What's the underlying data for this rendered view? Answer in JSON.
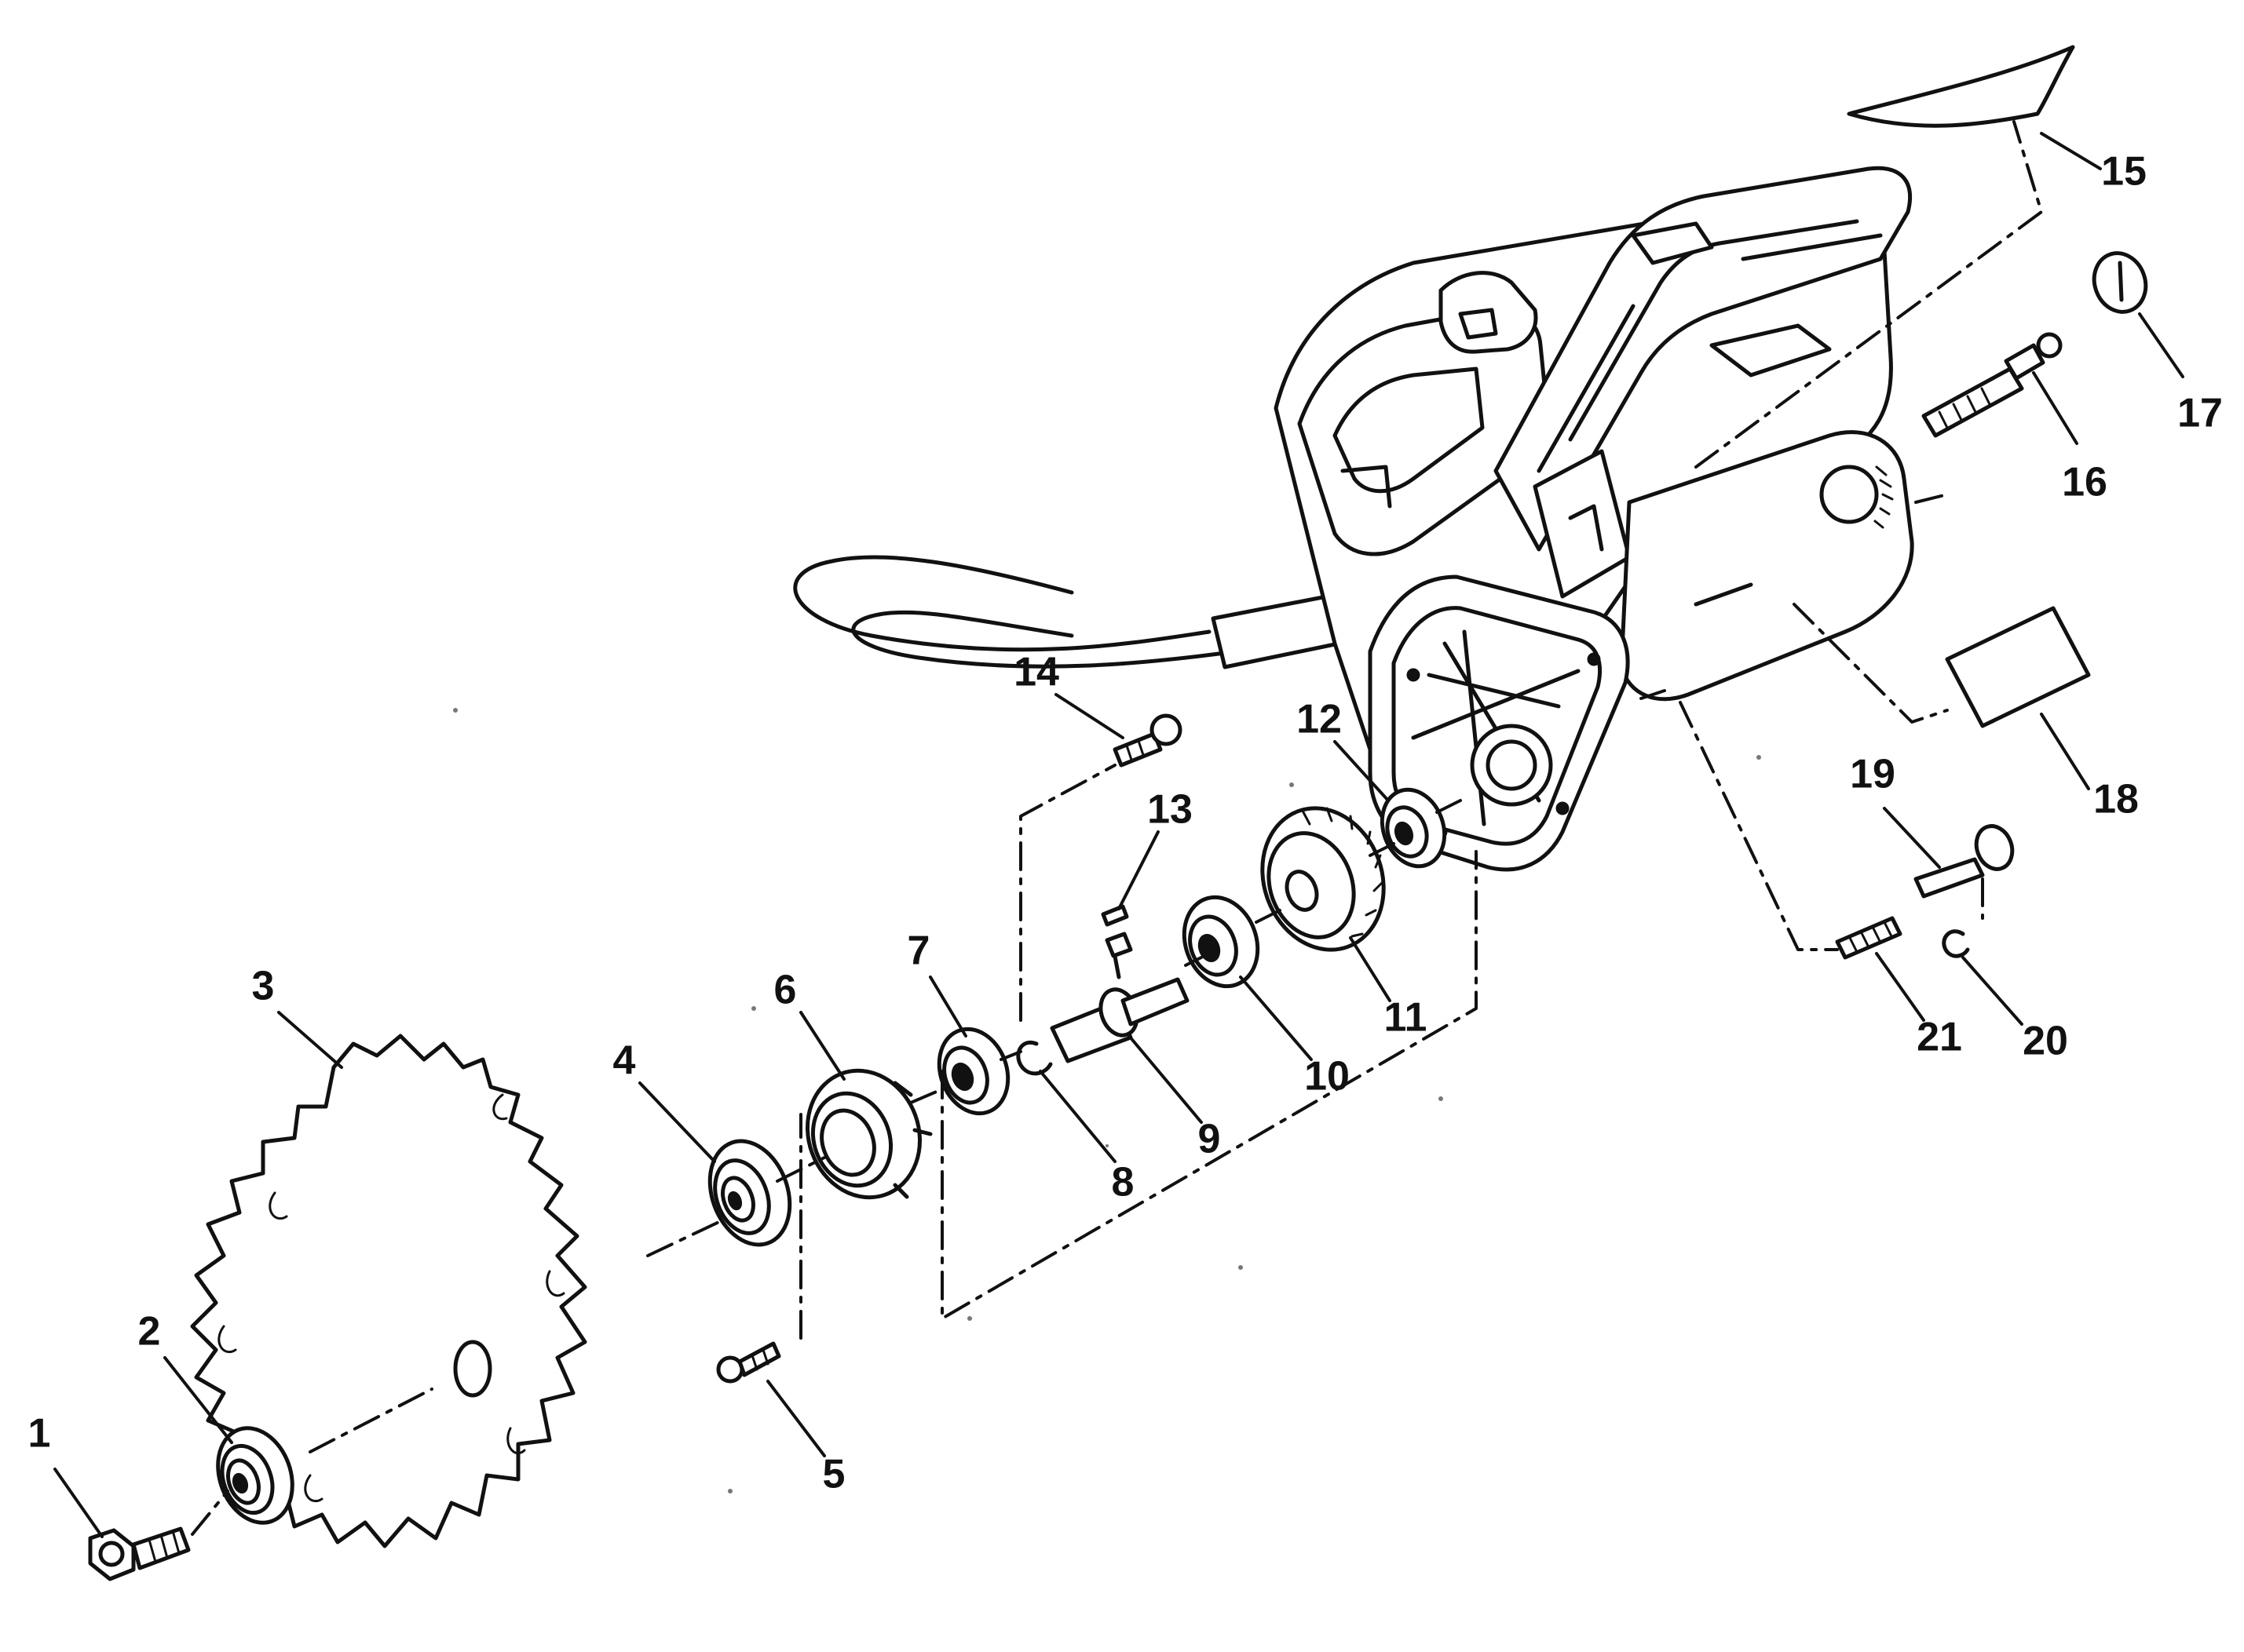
{
  "diagram": {
    "type": "exploded parts diagram",
    "line_color": "#111111",
    "background_color": "#ffffff",
    "callouts": [
      {
        "id": "1",
        "label": "1"
      },
      {
        "id": "2",
        "label": "2"
      },
      {
        "id": "3",
        "label": "3"
      },
      {
        "id": "4",
        "label": "4"
      },
      {
        "id": "5",
        "label": "5"
      },
      {
        "id": "6",
        "label": "6"
      },
      {
        "id": "7",
        "label": "7"
      },
      {
        "id": "8",
        "label": "8"
      },
      {
        "id": "9",
        "label": "9"
      },
      {
        "id": "10",
        "label": "10"
      },
      {
        "id": "11",
        "label": "11"
      },
      {
        "id": "12",
        "label": "12"
      },
      {
        "id": "13",
        "label": "13"
      },
      {
        "id": "14",
        "label": "14"
      },
      {
        "id": "15",
        "label": "15"
      },
      {
        "id": "16",
        "label": "16"
      },
      {
        "id": "17",
        "label": "17"
      },
      {
        "id": "18",
        "label": "18"
      },
      {
        "id": "19",
        "label": "19"
      },
      {
        "id": "20",
        "label": "20"
      },
      {
        "id": "21",
        "label": "21"
      }
    ]
  }
}
